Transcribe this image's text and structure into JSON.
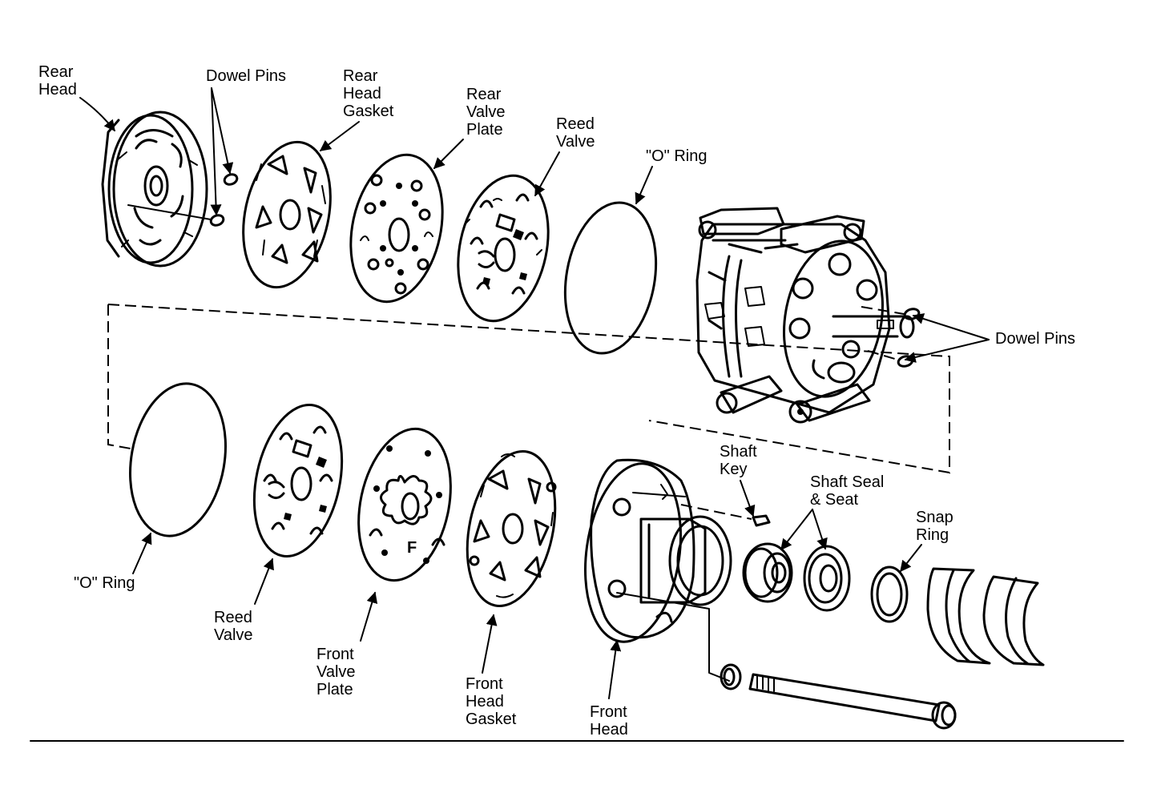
{
  "labels": {
    "rear_head": [
      "Rear",
      "Head"
    ],
    "dowel_pins_top": "Dowel Pins",
    "rear_head_gasket": [
      "Rear",
      "Head",
      "Gasket"
    ],
    "rear_valve_plate": [
      "Rear",
      "Valve",
      "Plate"
    ],
    "reed_valve_top": [
      "Reed",
      "Valve"
    ],
    "o_ring_top": "\"O\" Ring",
    "dowel_pins_right": "Dowel Pins",
    "o_ring_bottom": "\"O\" Ring",
    "reed_valve_bottom": [
      "Reed",
      "Valve"
    ],
    "front_valve_plate": [
      "Front",
      "Valve",
      "Plate"
    ],
    "front_head_gasket": [
      "Front",
      "Head",
      "Gasket"
    ],
    "front_head": [
      "Front",
      "Head"
    ],
    "shaft_key": [
      "Shaft",
      "Key"
    ],
    "shaft_seal_seat": [
      "Shaft Seal",
      "& Seat"
    ],
    "snap_ring": [
      "Snap",
      "Ring"
    ]
  },
  "plate_letter": "F"
}
